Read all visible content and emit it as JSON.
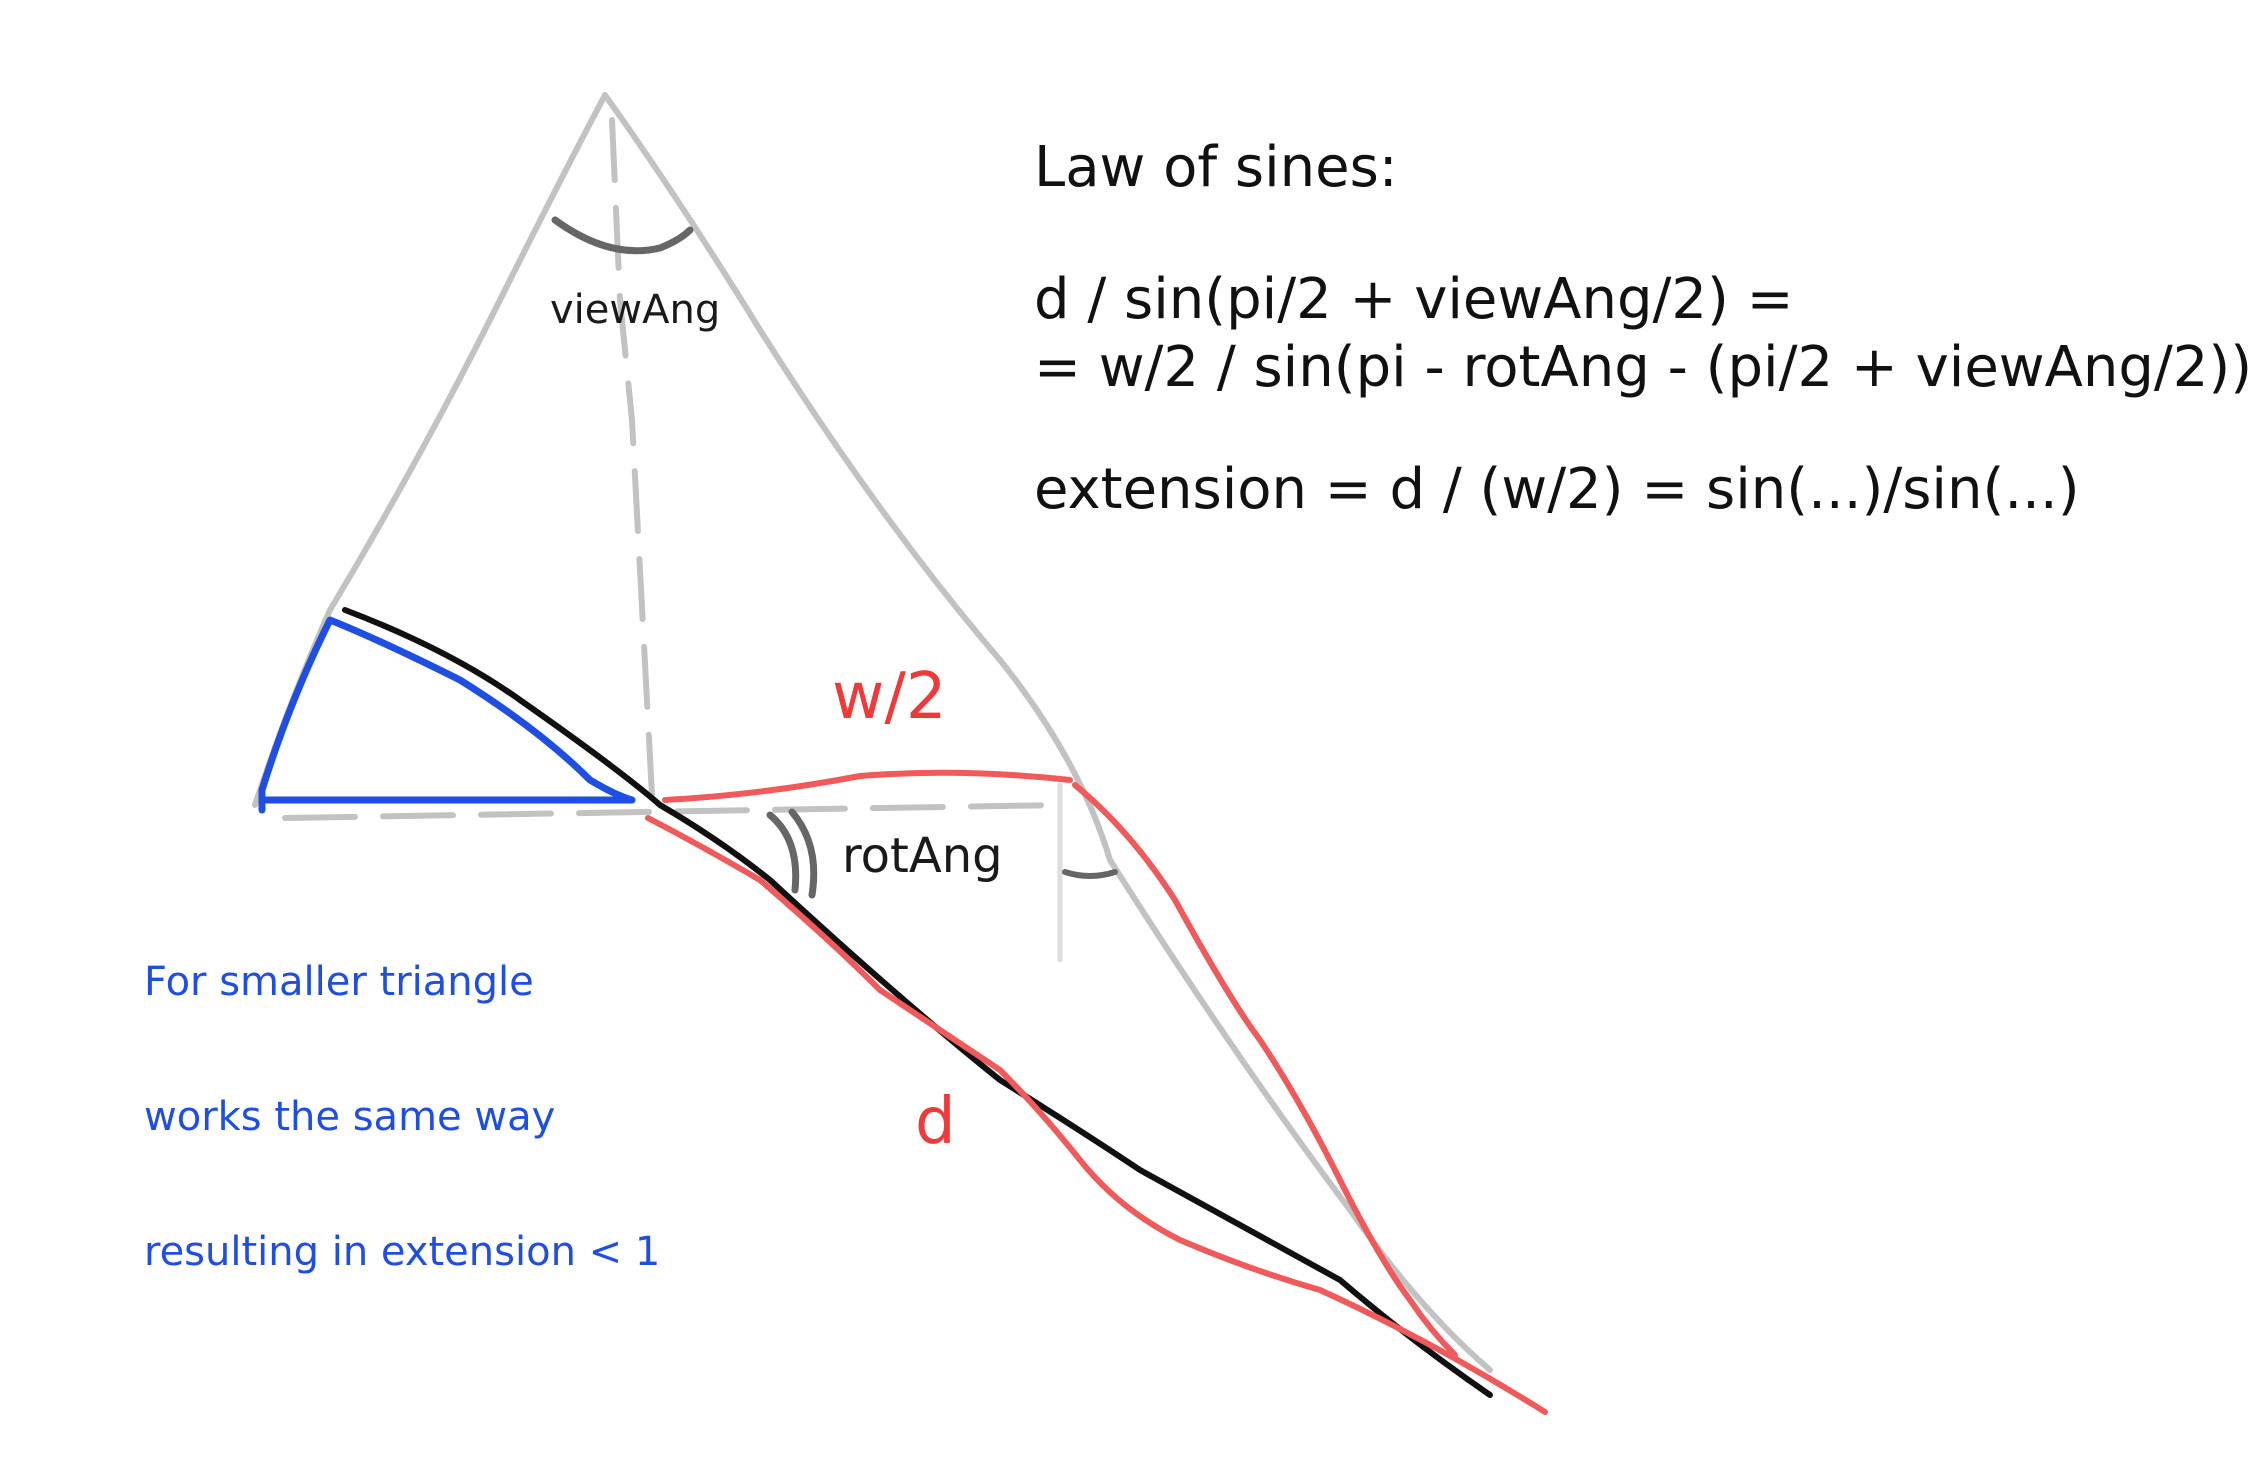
{
  "formula": {
    "title": "Law of sines:",
    "line1": "d / sin(pi/2 + viewAng/2) =",
    "line2": "= w/2 / sin(pi - rotAng - (pi/2 + viewAng/2))",
    "line3": "extension = d / (w/2) = sin(...)/sin(...)"
  },
  "labels": {
    "view_angle": "viewAng",
    "rot_angle": "rotAng",
    "half_width": "w/2",
    "distance": "d"
  },
  "note": {
    "line1": "For smaller triangle",
    "line2": "works the same way",
    "line3": "resulting in extension < 1"
  },
  "colors": {
    "outline_gray": "#c2c2c2",
    "arc_gray": "#666666",
    "black_line": "#111111",
    "red": "#f05a5a",
    "blue": "#1f4fe0"
  }
}
